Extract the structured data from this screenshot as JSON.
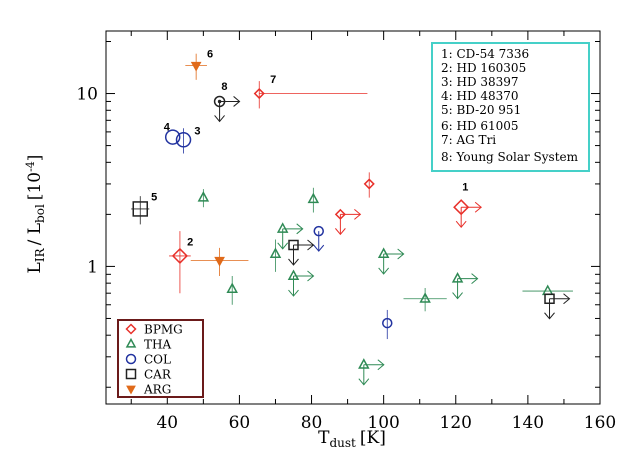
{
  "chart_data": {
    "type": "scatter",
    "title": "",
    "xlabel": "T",
    "xlabel_sub": "dust",
    "xlabel_unit": "[K]",
    "ylabel": "L",
    "ylabel_sub1": "IR",
    "ylabel_sep": "/ L",
    "ylabel_sub2": "bol",
    "ylabel_unit": "[10",
    "ylabel_exp": "-4",
    "ylabel_close": "]",
    "xlim": [
      23,
      160
    ],
    "ylim": [
      0.16,
      23
    ],
    "yscale": "log",
    "x_ticks": [
      40,
      60,
      80,
      100,
      120,
      140,
      160
    ],
    "y_major_ticks": [
      1,
      10
    ],
    "y_major_labels": [
      "1",
      "10"
    ],
    "grid": false,
    "legend_position": "bottom-left",
    "colors": {
      "BPMG": "#e8302a",
      "THA": "#2f8a55",
      "COL": "#2233a0",
      "CAR": "#222222",
      "ARG": "#e06a1a",
      "legend_border": "#6b1a1a",
      "key_border": "#45d0c8"
    },
    "series": [
      {
        "name": "BPMG",
        "marker": "diamond",
        "color": "#e8302a",
        "points": [
          {
            "x": 121.5,
            "y": 2.2,
            "xerr": 0,
            "yerr": 0,
            "xlim": "lower",
            "ylim": "upper",
            "size": "large"
          },
          {
            "x": 43.5,
            "y": 1.15,
            "xerr": 3,
            "yerr": 0.45,
            "size": "large"
          },
          {
            "x": 65.5,
            "y": 10.0,
            "xerr_lo": 0,
            "xerr_hi": 30,
            "yerr": 1.8,
            "size": "small"
          },
          {
            "x": 96,
            "y": 3.0,
            "xerr": 0,
            "yerr": 0.5,
            "size": "small"
          },
          {
            "x": 88,
            "y": 2.0,
            "xlim": "lower",
            "ylim": "upper",
            "size": "small"
          }
        ]
      },
      {
        "name": "THA",
        "marker": "triangle",
        "color": "#2f8a55",
        "points": [
          {
            "x": 50,
            "y": 2.5,
            "xerr": 0,
            "yerr": 0.3
          },
          {
            "x": 80.5,
            "y": 2.45,
            "xerr": 0,
            "yerr": 0.4
          },
          {
            "x": 72,
            "y": 1.65,
            "xlim": "lower",
            "ylim": "upper"
          },
          {
            "x": 70,
            "y": 1.18,
            "xerr": 0,
            "yerr": 0.25
          },
          {
            "x": 75,
            "y": 0.88,
            "xlim": "lower",
            "ylim": "upper"
          },
          {
            "x": 58,
            "y": 0.74,
            "xerr": 0,
            "yerr": 0.14
          },
          {
            "x": 100,
            "y": 1.18,
            "xlim": "lower",
            "ylim": "upper"
          },
          {
            "x": 111.5,
            "y": 0.65,
            "xerr": 6,
            "yerr": 0.1
          },
          {
            "x": 120.5,
            "y": 0.85,
            "xlim": "lower",
            "ylim": "upper"
          },
          {
            "x": 94.5,
            "y": 0.27,
            "xlim": "lower",
            "ylim": "upper"
          },
          {
            "x": 145.5,
            "y": 0.72,
            "xerr": 7,
            "yerr": 0
          }
        ]
      },
      {
        "name": "COL",
        "marker": "circle",
        "color": "#2233a0",
        "points": [
          {
            "x": 41.5,
            "y": 5.6,
            "xerr": 0,
            "yerr": 0,
            "size": "large"
          },
          {
            "x": 44.5,
            "y": 5.4,
            "xerr": 0,
            "yerr": 0.9,
            "size": "large"
          },
          {
            "x": 82,
            "y": 1.6,
            "xerr": 0,
            "ylim": "upper",
            "size": "small"
          },
          {
            "x": 101,
            "y": 0.47,
            "xerr": 0,
            "yerr": 0.09,
            "size": "small"
          }
        ]
      },
      {
        "name": "CAR",
        "marker": "square",
        "color": "#222222",
        "points": [
          {
            "x": 32.5,
            "y": 2.15,
            "xerr": 2.5,
            "yerr": 0.4,
            "size": "large"
          },
          {
            "x": 75,
            "y": 1.33,
            "xlim": "lower",
            "ylim": "upper",
            "size": "small"
          },
          {
            "x": 146,
            "y": 0.65,
            "xlim": "lower",
            "ylim": "upper",
            "size": "small"
          }
        ]
      },
      {
        "name": "ARG",
        "marker": "triangle-down",
        "color": "#e06a1a",
        "points": [
          {
            "x": 48,
            "y": 14.5,
            "xerr": 3,
            "yerr": 2.5
          },
          {
            "x": 54.5,
            "y": 1.08,
            "xerr": 8,
            "yerr": 0.2
          }
        ]
      },
      {
        "name": "Young Solar System",
        "marker": "dot-circle",
        "color": "#222222",
        "points": [
          {
            "x": 54.5,
            "y": 9.0,
            "xlim": "lower",
            "ylim": "upper"
          }
        ]
      }
    ],
    "annotations": [
      {
        "text": "1",
        "x": 121.8,
        "y": 2.75
      },
      {
        "text": "2",
        "x": 45.5,
        "y": 1.32
      },
      {
        "text": "3",
        "x": 47.5,
        "y": 5.8
      },
      {
        "text": "4",
        "x": 39.0,
        "y": 6.1
      },
      {
        "text": "5",
        "x": 35.5,
        "y": 2.4
      },
      {
        "text": "6",
        "x": 51.0,
        "y": 16.2
      },
      {
        "text": "7",
        "x": 68.5,
        "y": 11.5
      },
      {
        "text": "8",
        "x": 55.0,
        "y": 10.5
      }
    ],
    "legend": [
      {
        "label": "BPMG",
        "marker": "diamond",
        "color": "#e8302a"
      },
      {
        "label": "THA",
        "marker": "triangle",
        "color": "#2f8a55"
      },
      {
        "label": "COL",
        "marker": "circle",
        "color": "#2233a0"
      },
      {
        "label": "CAR",
        "marker": "square",
        "color": "#222222"
      },
      {
        "label": "ARG",
        "marker": "triangle-down",
        "color": "#e06a1a"
      }
    ],
    "key": [
      "1: CD-54 7336",
      "2: HD 160305",
      "3: HD 38397",
      "4: HD 48370",
      "5: BD-20 951",
      "6: HD 61005",
      "7: AG Tri",
      "8: Young Solar System"
    ]
  }
}
